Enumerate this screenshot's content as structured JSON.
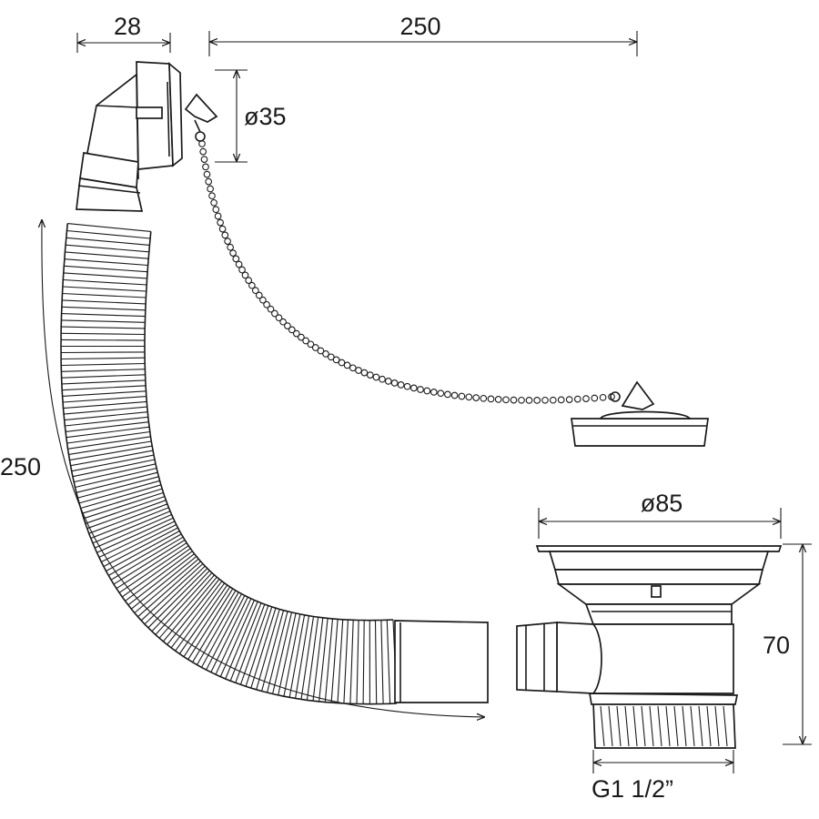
{
  "dimensions": {
    "overflow_width": "28",
    "chain_length": "250",
    "overflow_diameter": "ø35",
    "hose_length": "250",
    "waste_diameter": "ø85",
    "waste_height": "70",
    "thread_size": "G1 1/2”"
  },
  "colors": {
    "line": "#1a1a1a",
    "background": "#ffffff"
  }
}
